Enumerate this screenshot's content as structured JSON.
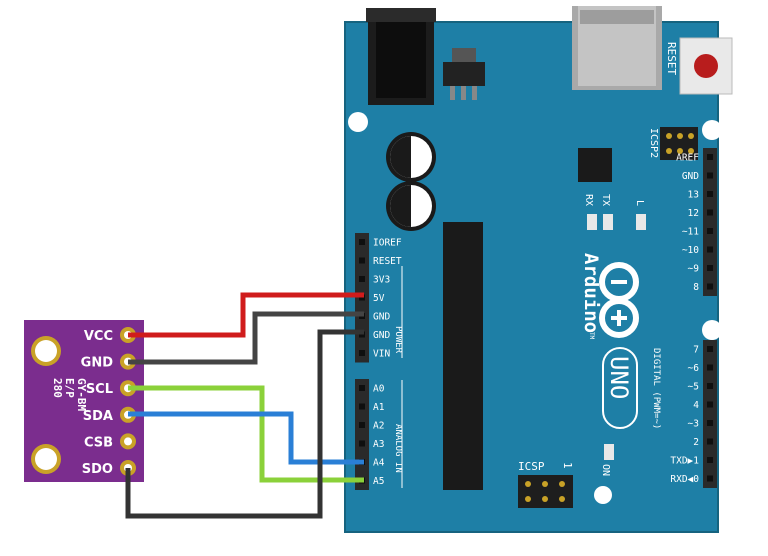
{
  "board": {
    "brand": "Arduino",
    "model": "UNO",
    "tm": "TM",
    "reset_label": "RESET",
    "icsp2_label": "ICSP2",
    "icsp_label": "ICSP",
    "icsp_pin1": "1",
    "on_label": "ON",
    "rx_led": "RX",
    "tx_led": "TX",
    "l_led": "L",
    "power_header_label": "POWER",
    "analog_header_label": "ANALOG IN",
    "digital_header_label": "DIGITAL (PWM=~)",
    "power_pins": [
      "IOREF",
      "RESET",
      "3V3",
      "5V",
      "GND",
      "GND",
      "VIN"
    ],
    "analog_pins": [
      "A0",
      "A1",
      "A2",
      "A3",
      "A4",
      "A5"
    ],
    "digital_top_pins": [
      "AREF",
      "GND",
      "13",
      "12",
      "~11",
      "~10",
      "~9",
      "8"
    ],
    "digital_bottom_pins": [
      "7",
      "~6",
      "~5",
      "4",
      "~3",
      "2",
      "TXD▶1",
      "RXD◀0"
    ],
    "colors": {
      "pcb": "#1e7fa6",
      "pcb_edge": "#16637f",
      "header": "#2a2a2a",
      "chip": "#1a1a1a"
    }
  },
  "sensor": {
    "pins": [
      "VCC",
      "GND",
      "SCL",
      "SDA",
      "CSB",
      "SDO"
    ],
    "name_lines": [
      "GY-BM",
      "E/P",
      "280"
    ],
    "colors": {
      "board": "#7b2d8e",
      "pad": "#c9a227"
    }
  },
  "wires": [
    {
      "from": "VCC",
      "to": "5V",
      "color": "#d01c1c"
    },
    {
      "from": "GND",
      "to": "GND",
      "color": "#444444"
    },
    {
      "from": "SCL",
      "to": "A5",
      "color": "#8bd13a"
    },
    {
      "from": "SDA",
      "to": "A4",
      "color": "#2a7fd6"
    },
    {
      "from": "SDO",
      "to": "GND",
      "color": "#333333"
    }
  ]
}
